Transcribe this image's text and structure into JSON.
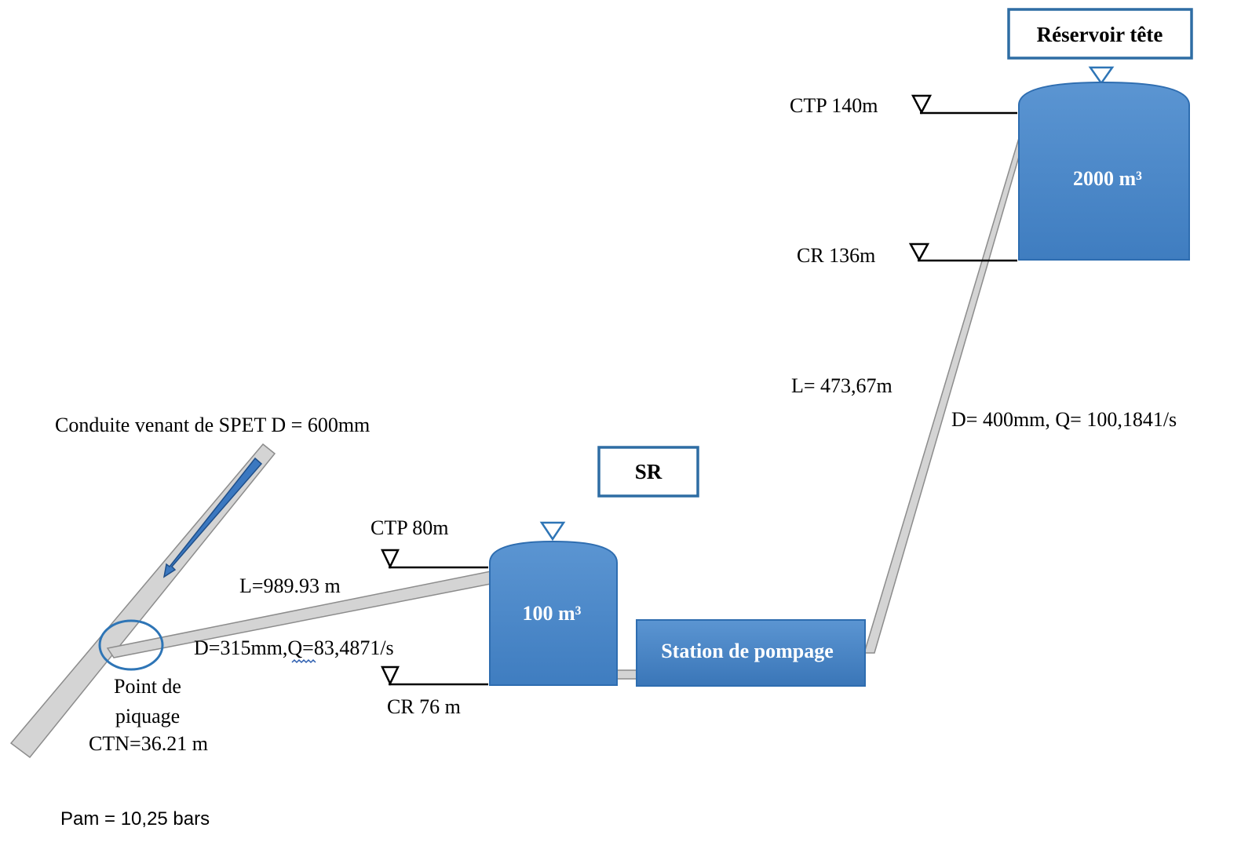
{
  "labels": {
    "reservoir_title": "Réservoir tête",
    "reservoir_capacity": "2000 m³",
    "ctp_140": "CTP 140m",
    "cr_136": "CR 136m",
    "length_upper": "L= 473,67m",
    "pipe_upper": "D= 400mm, Q= 100,1841/s",
    "incoming_pipe": "Conduite venant de SPET D = 600mm",
    "sr_title": "SR",
    "ctp_80": "CTP 80m",
    "length_lower": "L=989.93 m",
    "pipe_lower": "D=315mm,Q=83,4871/s",
    "cr_76": "CR 76 m",
    "sr_capacity": "100 m³",
    "pump_station": "Station de pompage",
    "tapping_point_1": "Point de",
    "tapping_point_2": "piquage",
    "ctn": "CTN=36.21 m",
    "pam": "Pam = 10,25 bars"
  },
  "colors": {
    "tank_blue": "#4a86c8",
    "tank_blue_dark": "#2e6db0",
    "box_border": "#2e6da4",
    "pipe_fill": "#d4d4d4",
    "pipe_stroke": "#8c8c8c",
    "circle": "#2e75b6"
  },
  "icons": {
    "level_marker": "down-triangle-icon",
    "flow_arrow": "arrow-down-left-icon"
  }
}
